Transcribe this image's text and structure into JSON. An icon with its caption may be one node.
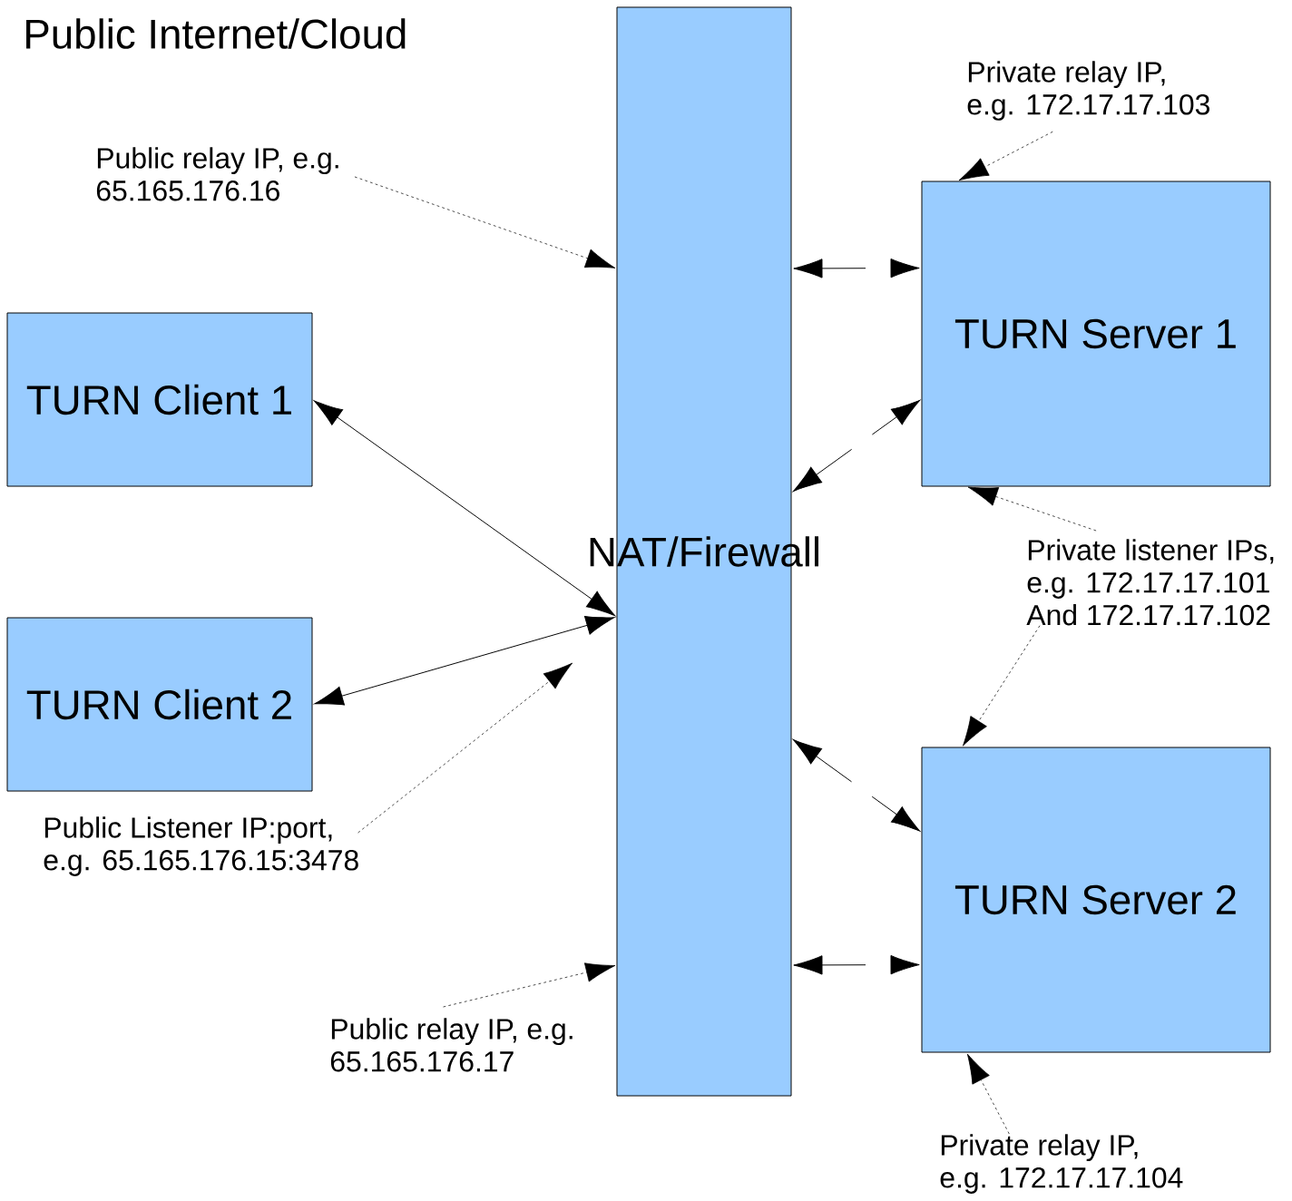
{
  "diagram": {
    "title": "Public Internet/Cloud",
    "nodes": [
      {
        "text": [
          "TURN Client 1"
        ]
      },
      {
        "text": [
          "TURN Client 2"
        ]
      },
      {
        "text": [
          "NAT/Firewall"
        ]
      },
      {
        "text": [
          "TURN Server 1"
        ]
      },
      {
        "text": [
          "TURN Server 2"
        ]
      },
      {
        "text": [
          "Public relay IP, e.g. 65.165.176.16"
        ]
      },
      {
        "text": [
          "Private relay IP, e.g. 172.17.17.103"
        ]
      },
      {
        "text": [
          "Private listener IPs, e.g. 172.17.17.101 And 172.17.17.102"
        ]
      },
      {
        "text": [
          "Public Listener IP:port, e.g. 65.165.176.15:3478"
        ]
      },
      {
        "text": [
          "Public relay IP, e.g. 65.165.176.17"
        ]
      },
      {
        "text": [
          "Private relay IP, e.g. 172.17.17.104"
        ]
      }
    ],
    "edges": [
      {
        "from": 0,
        "to": 2,
        "arrow": "both"
      },
      {
        "from": 1,
        "to": 2,
        "arrow": "both"
      },
      {
        "from": 2,
        "to": 3,
        "arrow": "both",
        "style": "dashed"
      },
      {
        "from": 2,
        "to": 4,
        "arrow": "both",
        "style": "dashed"
      },
      {
        "from": 2,
        "to": 3,
        "arrow": "both",
        "style": "dashed"
      },
      {
        "from": 2,
        "to": 4,
        "arrow": "both",
        "style": "dashed"
      },
      {
        "from": 5,
        "to": 2,
        "arrow": "to",
        "style": "dashed"
      },
      {
        "from": 6,
        "to": 3,
        "arrow": "to",
        "style": "dashed"
      },
      {
        "from": 7,
        "to": 3,
        "arrow": "to",
        "style": "dashed"
      },
      {
        "from": 7,
        "to": 4,
        "arrow": "to",
        "style": "dashed"
      },
      {
        "from": 8,
        "to": null,
        "arrow": "to",
        "style": "dashed"
      },
      {
        "from": 9,
        "to": 2,
        "arrow": "to",
        "style": "dashed"
      },
      {
        "from": 10,
        "to": 4,
        "arrow": "to",
        "style": "dashed"
      }
    ]
  }
}
